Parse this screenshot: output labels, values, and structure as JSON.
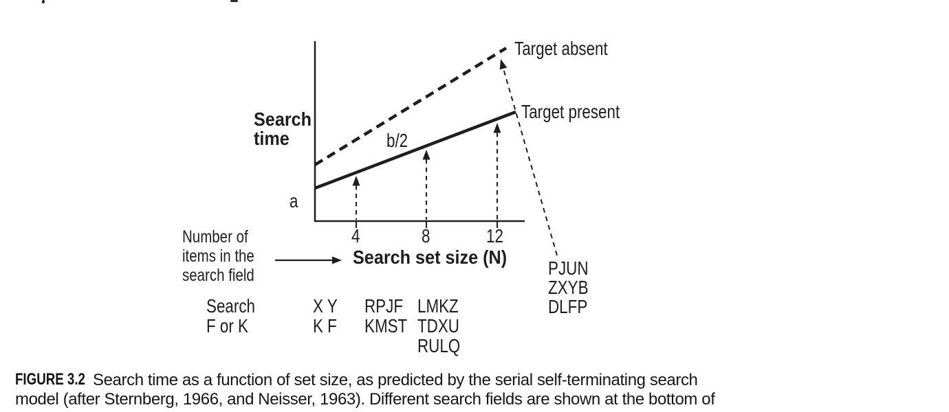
{
  "figure": {
    "y_axis_label_line1": "Search",
    "y_axis_label_line2": "time",
    "x_axis_label": "Search set size (N)",
    "x_ticks": [
      "4",
      "8",
      "12"
    ],
    "target_absent_label": "Target absent",
    "target_present_label": "Target present",
    "slope_label": "b/2",
    "intercept_label": "a",
    "x_axis_annotation": {
      "line1": "Number of",
      "line2": "items in the",
      "line3": "search field"
    },
    "task_label": {
      "line1": "Search",
      "line2": "F or K"
    },
    "search_fields": {
      "n4": [
        "X Y",
        "K F"
      ],
      "n8": [
        "RPJF",
        "KMST"
      ],
      "n12": [
        "LMKZ",
        "TDXU",
        "RULQ"
      ],
      "n12_absent": [
        "PJUN",
        "ZXYB",
        "DLFP"
      ]
    }
  },
  "caption": {
    "label": "FIGURE 3.2",
    "line1": "Search time as a function of set size, as predicted by the serial self-terminating search",
    "line2": "model (after Sternberg, 1966, and Neisser, 1963). Different search fields are shown at the bottom of"
  },
  "chart_data": {
    "type": "line",
    "title": "",
    "xlabel": "Search set size (N)",
    "ylabel": "Search time",
    "x": [
      4,
      8,
      12
    ],
    "y_axis": "schematic (no numeric scale shown)",
    "grid": false,
    "legend_position": "labels at right end of each line",
    "series": [
      {
        "name": "Target present",
        "style": "solid",
        "intercept_label": "a",
        "slope_label": "b/2",
        "relative_y_at_x": [
          0.27,
          0.42,
          0.57
        ]
      },
      {
        "name": "Target absent",
        "style": "dashed",
        "relative_y_at_x": [
          0.45,
          0.69,
          0.93
        ]
      }
    ],
    "annotations": [
      "dashed vertical arrows rise from the x-axis to the target-present line at N = 4, 8 and 12",
      "a long dashed arrow connects the letter block PJUN / ZXYB / DLFP to the end of the target-absent line",
      "x-axis annotation: Number of items in the search field",
      "search task shown below axis: Search F or K",
      "example search fields: N=4: X Y, K F; N=8: RPJF, KMST; N=12: LMKZ, TDXU, RULQ; target-absent block: PJUN, ZXYB, DLFP"
    ]
  }
}
